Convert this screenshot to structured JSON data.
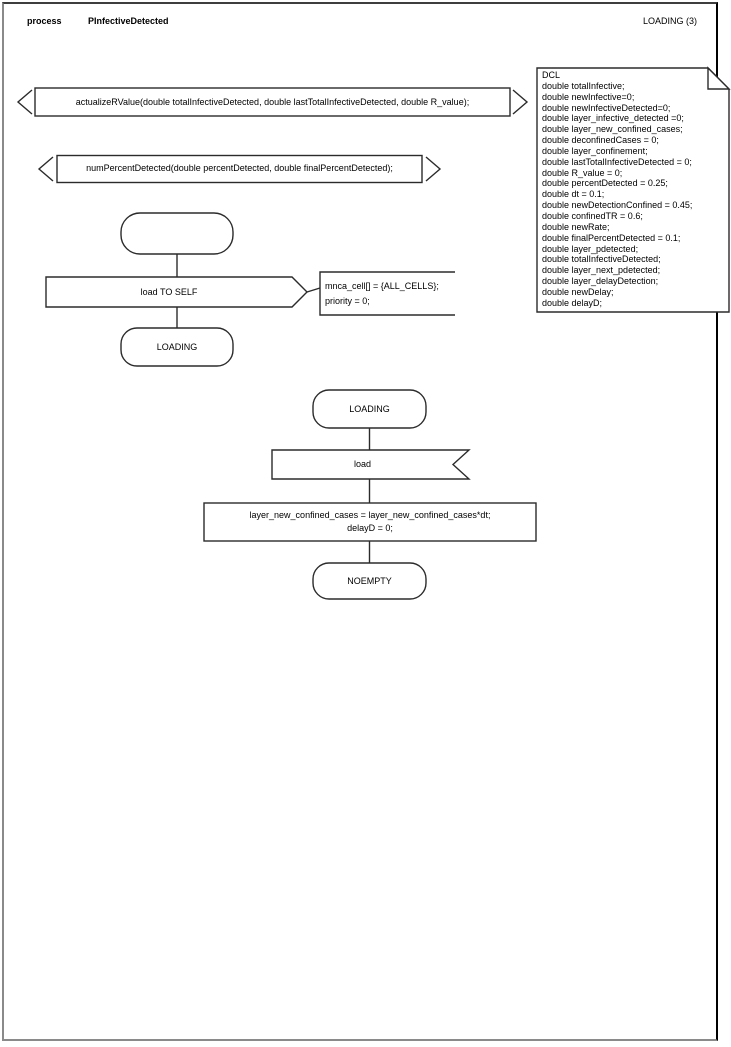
{
  "header": {
    "kind_label": "process",
    "process_name": "PInfectiveDetected",
    "page_label": "LOADING (3)"
  },
  "declarations": {
    "lines": [
      "DCL",
      "double totalInfective;",
      "double newInfective=0;",
      "double newInfectiveDetected=0;",
      "double layer_infective_detected =0;",
      "double layer_new_confined_cases;",
      "double deconfinedCases = 0;",
      "double layer_confinement;",
      "double lastTotalInfectiveDetected = 0;",
      "double R_value = 0;",
      "double percentDetected = 0.25;",
      "double dt = 0.1;",
      "double newDetectionConfined = 0.45;",
      "double confinedTR = 0.6;",
      "double newRate;",
      "double finalPercentDetected = 0.1;",
      "double layer_pdetected;",
      "double totalInfectiveDetected;",
      "double layer_next_pdetected;",
      "double layer_delayDetection;",
      "double newDelay;",
      "double delayD;"
    ]
  },
  "procedures": [
    {
      "signature": "actualizeRValue(double totalInfectiveDetected, double lastTotalInfectiveDetected, double R_value);"
    },
    {
      "signature": "numPercentDetected(double percentDetected, double finalPercentDetected);"
    }
  ],
  "flow_start": {
    "start_label": "",
    "output_label": "load TO SELF",
    "comment_lines": [
      "mnca_cell[] = {ALL_CELLS};",
      "priority = 0;"
    ],
    "next_state": "LOADING"
  },
  "flow_loading": {
    "state_label": "LOADING",
    "input_label": "load",
    "task_lines": [
      "layer_new_confined_cases = layer_new_confined_cases*dt;",
      "delayD = 0;"
    ],
    "next_state": "NOEMPTY"
  },
  "colors": {
    "shape_stroke": "#2b2b2b",
    "page_border_dark": "#3d3d3d",
    "page_border_gray": "#8a8a8a",
    "background": "#ffffff"
  }
}
